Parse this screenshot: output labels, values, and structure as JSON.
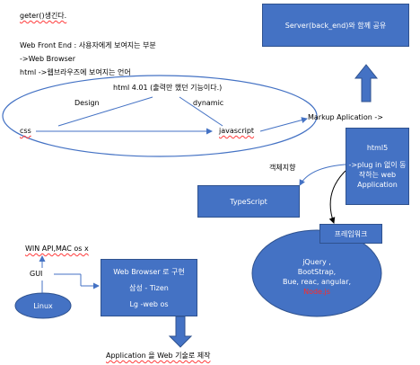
{
  "notes": {
    "line1": "geter()생긴다.",
    "line2": "Web Front End : 사용자에게 보여지는 부분",
    "line3": "->Web Browser",
    "line4": "html ->웹브라우즈에 보여지는 언어"
  },
  "ellipse": {
    "title": "html 4.01 (출력만 했던 기능이다.)",
    "design": "Design",
    "dynamic": "dynamic",
    "css": "css",
    "javascript": "javascript"
  },
  "markup": "Markup Aplication ->",
  "server_box": "Server(back_end)와 함께 공유",
  "html5_box": {
    "title": "html5",
    "lines": [
      "->plug in 없이 동",
      "작하는 web",
      "Application"
    ]
  },
  "object_oriented": "객체지향",
  "typescript_box": "TypeScript",
  "framework_box": "프레임워크",
  "framework_ellipse": {
    "lines": [
      "jQuery ,",
      "BootStrap,",
      "Bue, reac, angular,",
      "Node.js"
    ],
    "accent": "#ff2a2a"
  },
  "left": {
    "win": "WIN API,MAC os x",
    "gui": "GUI",
    "linux": "Linux"
  },
  "browser_box": {
    "lines": [
      "Web Browser 로 구현",
      "삼성 - Tizen",
      "Lg -web os"
    ]
  },
  "bottom": "Application 을 Web 기술로 제작",
  "colors": {
    "fill": "#4472c4",
    "border": "#2f528f",
    "line": "#4472c4"
  }
}
